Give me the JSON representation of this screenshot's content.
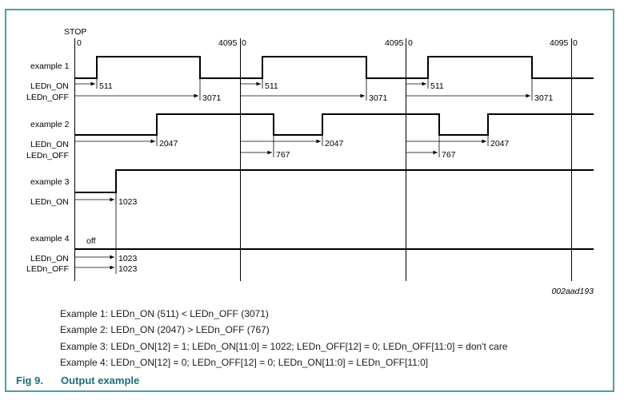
{
  "diagram": {
    "stop_label": "STOP",
    "tick_zero": "0",
    "tick_end": "4095",
    "figure_id": "002aad193",
    "examples": [
      {
        "name": "example 1",
        "signals": [
          {
            "label": "LEDn_ON",
            "values": [
              "511",
              "511",
              "511"
            ]
          },
          {
            "label": "LEDn_OFF",
            "values": [
              "3071",
              "3071",
              "3071"
            ]
          }
        ]
      },
      {
        "name": "example 2",
        "signals": [
          {
            "label": "LEDn_ON",
            "values": [
              "2047",
              "2047",
              "2047"
            ]
          },
          {
            "label": "LEDn_OFF",
            "values": [
              "767",
              "767"
            ]
          }
        ]
      },
      {
        "name": "example 3",
        "signals": [
          {
            "label": "LEDn_ON",
            "values": [
              "1023"
            ]
          }
        ]
      },
      {
        "name": "example 4",
        "off_label": "off",
        "signals": [
          {
            "label": "LEDn_ON",
            "values": [
              "1023"
            ]
          },
          {
            "label": "LEDn_OFF",
            "values": [
              "1023"
            ]
          }
        ]
      }
    ]
  },
  "notes": [
    "Example 1: LEDn_ON (511) < LEDn_OFF (3071)",
    "Example 2: LEDn_ON (2047) > LEDn_OFF (767)",
    "Example 3: LEDn_ON[12] = 1; LEDn_ON[11:0] = 1022; LEDn_OFF[12] = 0; LEDn_OFF[11:0] = don't care",
    "Example 4: LEDn_ON[12] = 0; LEDn_OFF[12] = 0; LEDn_ON[11:0] = LEDn_OFF[11:0]"
  ],
  "figure": {
    "number": "Fig 9.",
    "title": "Output example"
  },
  "colors": {
    "frame": "#4a9fa5",
    "caption": "#1a6f78",
    "line": "#000000"
  }
}
